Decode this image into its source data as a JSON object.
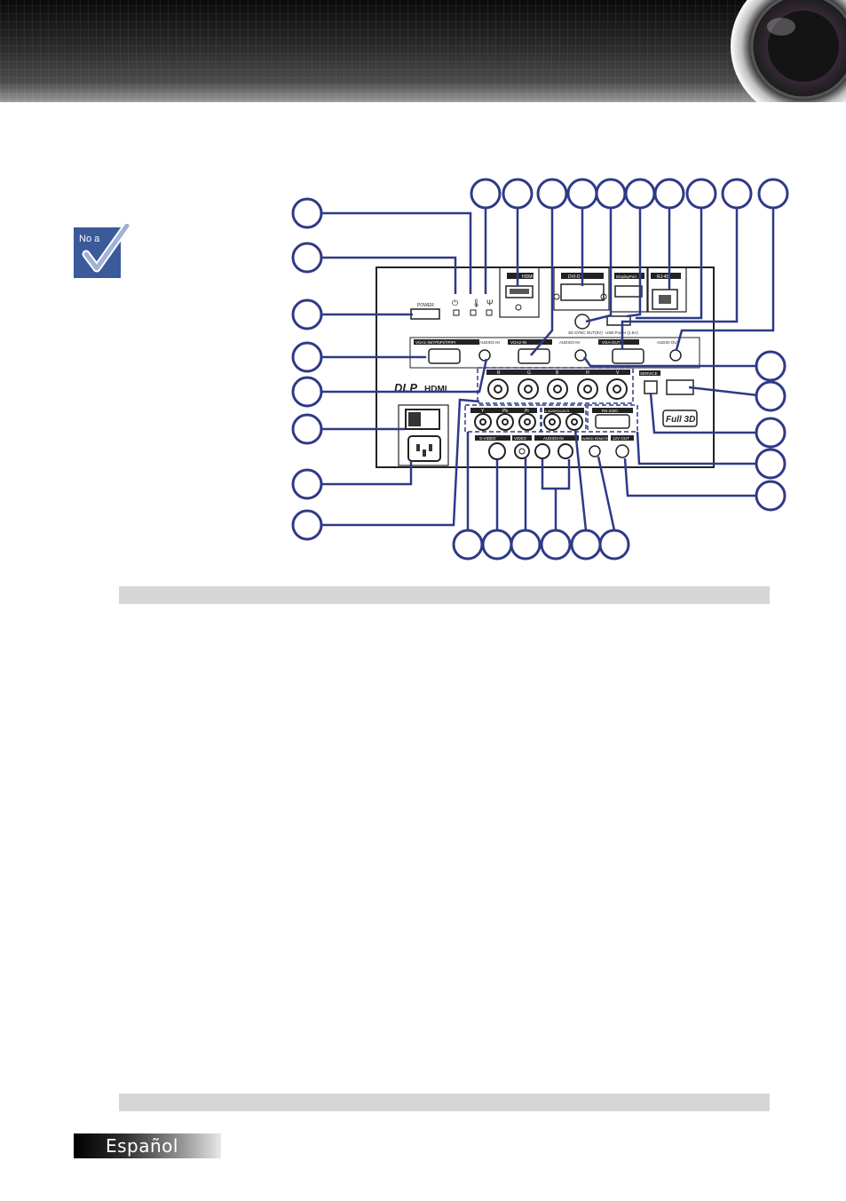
{
  "note_icon": {
    "letters": "No a",
    "icon": "checkmark-icon"
  },
  "panel_labels": {
    "power": "POWER",
    "vga1_in": "VGA1-IN/YPbPr/YPrPr",
    "audio1_in": "AUDIO1-IN",
    "hdmi": "HDMI",
    "dvi": "DVI-D",
    "displayport": "DisplayPort",
    "rj45": "RJ-45",
    "vga2_in": "VGA2-IN",
    "audio2_in": "AUDIO2-IN",
    "vga_out": "VGA-OUT",
    "audio_out": "AUDIO-OUT",
    "sync_out": "3D SYNC OUT(5V)",
    "usb_power": "USB Power (1.5A)",
    "bnc_r": "R",
    "bnc_g": "G",
    "bnc_b": "B",
    "bnc_h": "H",
    "bnc_v": "V",
    "service": "SERVICE",
    "y": "Y",
    "pb": "Pb",
    "pr": "Pr",
    "svideo": "S-VIDEO",
    "video": "VIDEO",
    "audio3_in": "AUDIO3-IN",
    "audio_lr": "L  AUDIO4-IN  R",
    "rs232": "RS-232C",
    "wired_remote": "WIRED REMOTE",
    "out_12v": "12V OUT",
    "full3d": "Full 3D",
    "dlp": "DLP",
    "hdmi_logo": "HDMI"
  },
  "footer": {
    "language": "Español"
  },
  "colors": {
    "accent": "#2e3a87",
    "bar": "#d6d6d6"
  }
}
